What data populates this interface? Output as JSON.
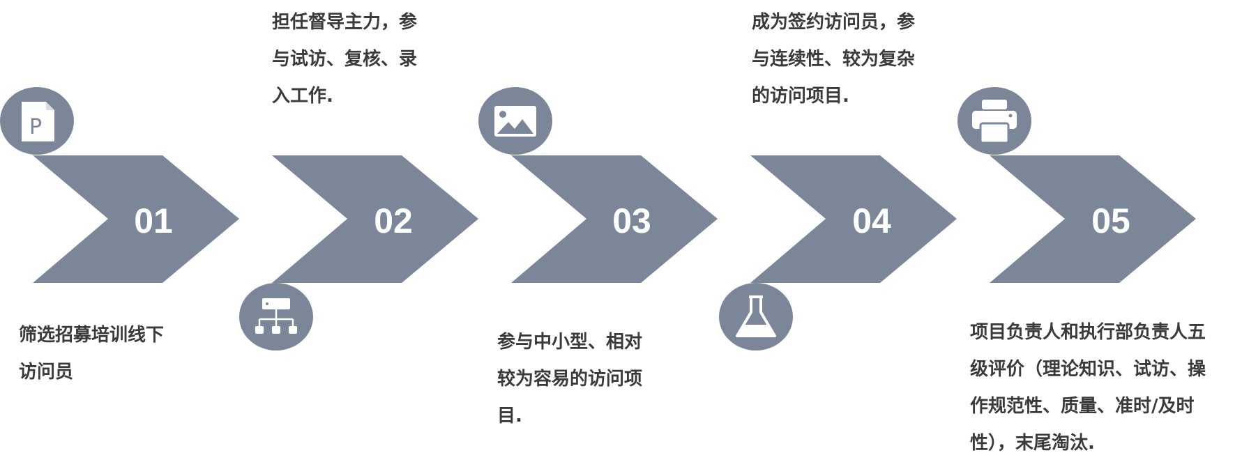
{
  "colors": {
    "shape": "#7b8799",
    "number": "#ffffff",
    "text": "#3a3a3a",
    "icon": "#ffffff"
  },
  "steps": [
    {
      "number": "01",
      "icon": "document-p-icon",
      "text": "筛选招募培训线下\n访问员"
    },
    {
      "number": "02",
      "icon": "org-chart-icon",
      "text": "担任督导主力，参\n与试访、复核、录\n入工作."
    },
    {
      "number": "03",
      "icon": "picture-icon",
      "text": "参与中小型、相对\n较为容易的访问项\n目."
    },
    {
      "number": "04",
      "icon": "flask-icon",
      "text": "成为签约访问员，参\n与连续性、较为复杂\n的访问项目."
    },
    {
      "number": "05",
      "icon": "printer-icon",
      "text": "项目负责人和执行部负责人五\n级评价（理论知识、试访、操\n作规范性、质量、准时/及时\n性），末尾淘汰."
    }
  ]
}
